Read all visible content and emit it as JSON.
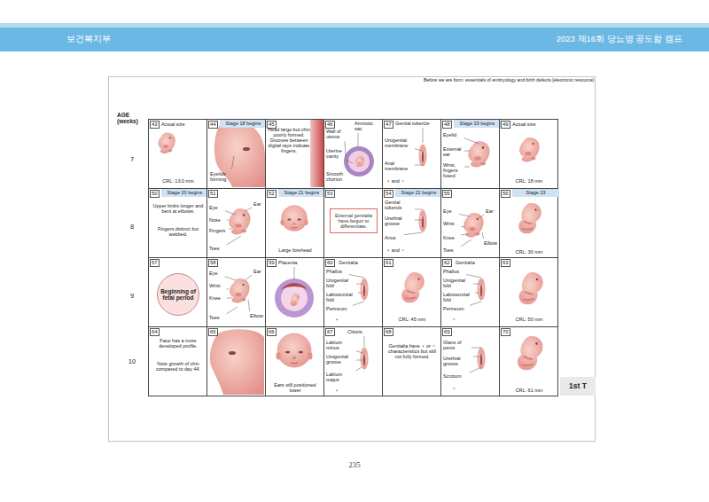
{
  "diagram": {
    "nodes": [
      {
        "text": [
          "보건복지부",
          "2023 제16회 당뇨병 공도함 캠프"
        ]
      },
      {
        "text": [
          "43",
          "Actual size",
          "CRL: 13.0 mm"
        ]
      },
      {
        "text": [
          "44",
          "Stage 18 begins",
          "Eyelids forming"
        ]
      },
      {
        "text": [
          "45",
          "Head large but chin poorly formed. Grooves between digital rays indicate fingers."
        ]
      },
      {
        "text": [
          "46",
          "Wall of uterus",
          "Amniotic sac",
          "Uterine cavity",
          "Smooth chorion"
        ]
      },
      {
        "text": [
          "47",
          "Genital tubercle",
          "Urogenital membrane",
          "Anal membrane",
          "♀ and ♂"
        ]
      },
      {
        "text": [
          "48",
          "Stage 19 begins",
          "Eyelid",
          "External ear",
          "Wrist, fingers fused"
        ]
      },
      {
        "text": [
          "49",
          "Actual size",
          "CRL: 18 mm"
        ]
      },
      {
        "text": [
          "50",
          "Stage 20 begins",
          "Upper limbs longer and bent at elbows.",
          "Fingers distinct but webbed."
        ]
      },
      {
        "text": [
          "51",
          "Eye",
          "Ear",
          "Nose",
          "Fingers",
          "Toes"
        ]
      },
      {
        "text": [
          "52",
          "Stage 21 begins",
          "Large forehead"
        ]
      },
      {
        "text": [
          "53"
        ]
      },
      {
        "text": [
          "External genitalia have begun to differentiate."
        ],
        "in": 11
      },
      {
        "text": [
          "54",
          "Stage 22 begins",
          "Genital tubercle",
          "Urethral groove",
          "Anus",
          "♀ and ♂"
        ]
      },
      {
        "text": [
          "55",
          "Eye",
          "Ear",
          "Wrist",
          "Knee",
          "Elbow",
          "Toes"
        ]
      },
      {
        "text": [
          "56",
          "Stage 23",
          "CRL: 30 mm"
        ]
      },
      {
        "text": [
          "57"
        ]
      },
      {
        "text": [
          "Beginning of fetal period"
        ],
        "in": 16
      },
      {
        "text": [
          "58",
          "Eye",
          "Ear",
          "Wrist",
          "Knee",
          "Toes",
          "Elbow"
        ]
      },
      {
        "text": [
          "59",
          "Placenta"
        ]
      },
      {
        "text": [
          "60",
          "Genitalia",
          "Phallus",
          "Urogenital fold",
          "Labioscrotal fold",
          "Perineum",
          "♀"
        ]
      },
      {
        "text": [
          "61",
          "CRL: 45 mm"
        ]
      },
      {
        "text": [
          "62",
          "Genitalia",
          "Phallus",
          "Urogenital fold",
          "Labioscrotal fold",
          "Perineum",
          "♂"
        ]
      },
      {
        "text": [
          "63",
          "CRL: 50 mm"
        ]
      },
      {
        "text": [
          "64",
          "Face has a more developed profile.",
          "Note growth of chin compared to day 44."
        ]
      },
      {
        "text": [
          "65"
        ]
      },
      {
        "text": [
          "66",
          "Ears still positioned lower"
        ]
      },
      {
        "text": [
          "67",
          "Clitoris",
          "Labium minus",
          "Urogenital groove",
          "Labium majus",
          "♀"
        ]
      },
      {
        "text": [
          "68",
          "Genitalia have ♀ or ♂ characteristics but still not fully formed."
        ]
      },
      {
        "text": [
          "69",
          "Glans of penis",
          "Urethral groove",
          "Scrotum",
          "♂"
        ]
      },
      {
        "text": [
          "70",
          "CRL: 61 mm"
        ]
      },
      {
        "text": [
          "1st T"
        ]
      }
    ],
    "labels": [
      "Before we are born: essentials of embryology and birth defects [electronic resource]",
      "AGE (weeks)",
      "7",
      "8",
      "9",
      "10",
      "235"
    ]
  }
}
